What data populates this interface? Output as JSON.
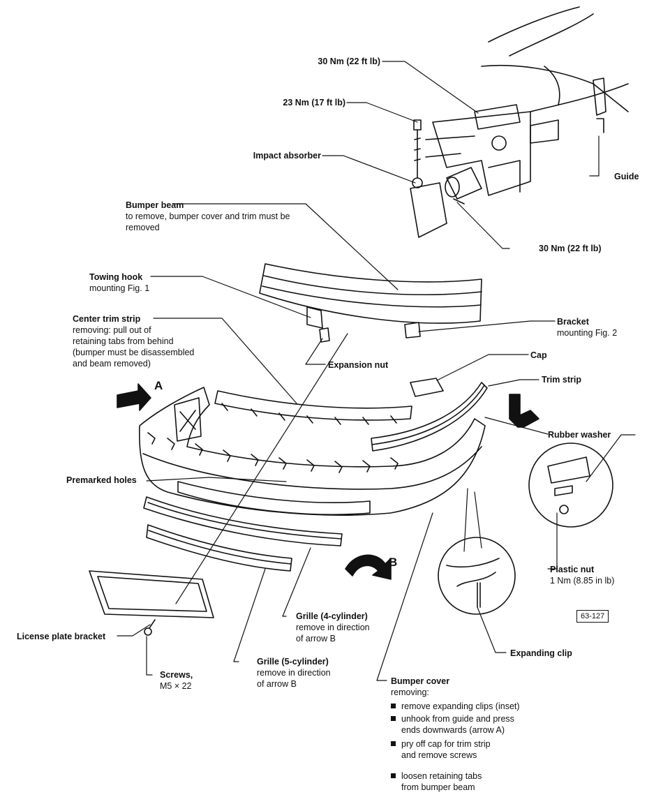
{
  "torque_top": "30 Nm (22 ft lb)",
  "torque_bolt": "23 Nm (17 ft lb)",
  "impact_absorber": "Impact absorber",
  "guide": "Guide",
  "torque_absorber": "30 Nm (22 ft lb)",
  "bumper_beam": {
    "title": "Bumper beam",
    "lines": [
      "to remove, bumper cover and trim must be",
      "removed"
    ]
  },
  "towing_hook": {
    "title": "Towing hook",
    "lines": [
      "mounting Fig. 1"
    ]
  },
  "bracket": {
    "title": "Bracket",
    "lines": [
      "mounting Fig. 2"
    ]
  },
  "center_trim": {
    "title": "Center trim strip",
    "lines": [
      "removing: pull out of",
      "retaining tabs from behind",
      "(bumper must be disassembled",
      "and beam removed)"
    ]
  },
  "expansion_nut": "Expansion nut",
  "cap": "Cap",
  "trim_strip": "Trim strip",
  "arrow_a": "A",
  "arrow_b": "B",
  "rubber_washer": "Rubber washer",
  "premarked_holes": "Premarked holes",
  "plastic_nut": {
    "title": "Plastic nut",
    "lines": [
      "1 Nm (8.85 in lb)"
    ]
  },
  "figure_ref": "63-127",
  "grille_4": {
    "title": "Grille (4-cylinder)",
    "lines": [
      "remove in direction",
      "of arrow B"
    ]
  },
  "license_plate": "License plate bracket",
  "expanding_clip": "Expanding clip",
  "grille_5": {
    "title": "Grille (5-cylinder)",
    "lines": [
      "remove in direction",
      "of arrow B"
    ]
  },
  "screws": {
    "title": "Screws,",
    "lines": [
      "M5 × 22"
    ]
  },
  "bumper_cover": {
    "title": "Bumper cover",
    "subtitle": "removing:",
    "bullets": [
      [
        "remove expanding clips (inset)"
      ],
      [
        "unhook from guide and press",
        "ends downwards (arrow A)"
      ],
      [
        "pry off cap for trim strip",
        "and remove screws"
      ],
      [
        "loosen retaining tabs",
        "from bumper beam"
      ]
    ]
  }
}
